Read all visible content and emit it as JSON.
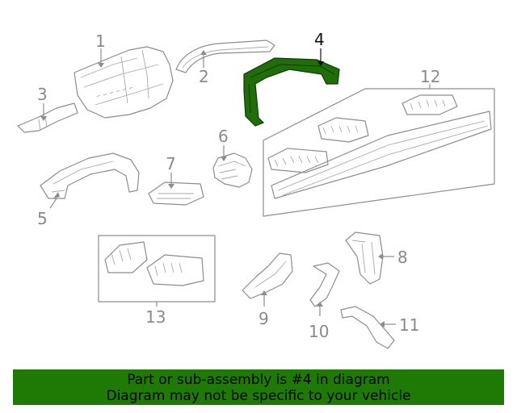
{
  "callouts": {
    "c1": "1",
    "c2": "2",
    "c3": "3",
    "c4": "4",
    "c5": "5",
    "c6": "6",
    "c7": "7",
    "c8": "8",
    "c9": "9",
    "c10": "10",
    "c11": "11",
    "c12": "12",
    "c13": "13"
  },
  "highlight": {
    "part_number": "4",
    "fill_color": "#1f6e0a"
  },
  "banner": {
    "line1": "Part or sub-assembly is #4 in diagram",
    "line2": "Diagram may not be specific to your vehicle",
    "color": "#1f7a05"
  }
}
